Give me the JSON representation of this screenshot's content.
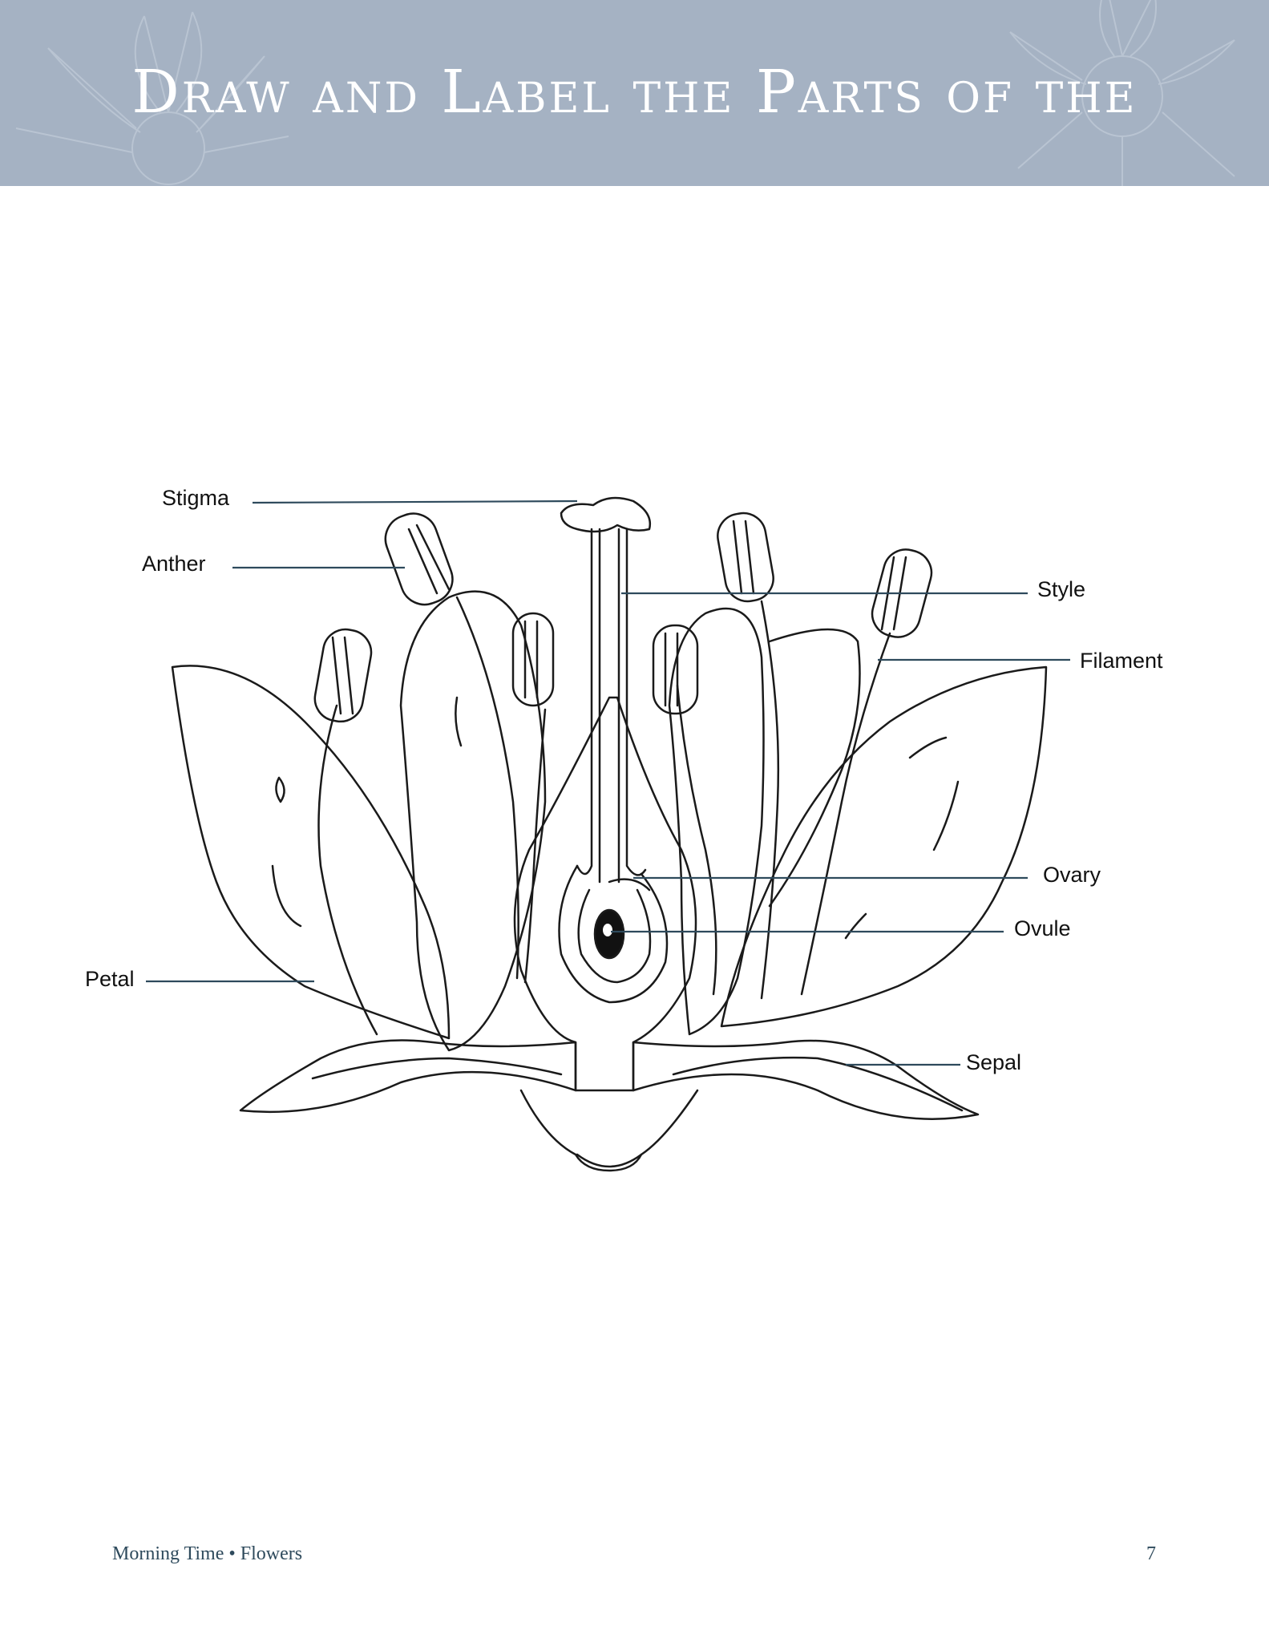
{
  "header": {
    "title": "Draw and Label the Parts of the",
    "background_color": "#a5b2c3"
  },
  "diagram": {
    "labels": {
      "stigma": "Stigma",
      "anther": "Anther",
      "style": "Style",
      "filament": "Filament",
      "ovary": "Ovary",
      "ovule": "Ovule",
      "petal": "Petal",
      "sepal": "Sepal"
    },
    "leader_line_color": "#2e4a5c"
  },
  "footer": {
    "left": "Morning Time • Flowers",
    "page_number": "7"
  }
}
